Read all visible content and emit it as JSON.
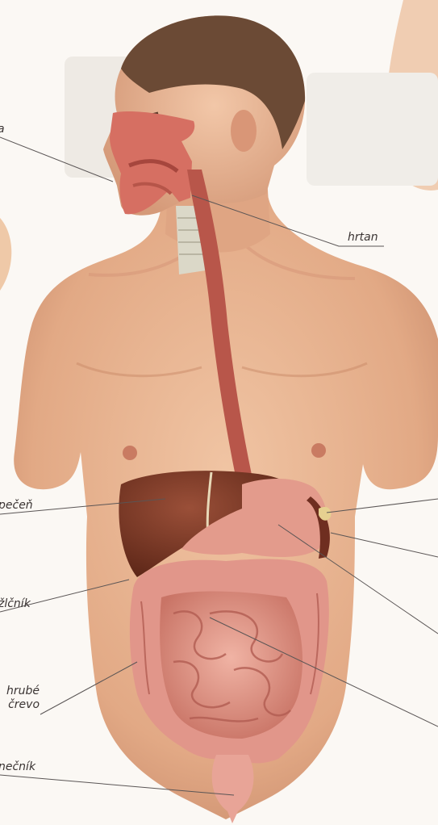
{
  "labels": {
    "top_partial": "a",
    "larynx": "hrtan",
    "liver": "pečeň",
    "gallbladder": "žlčník",
    "colon_line1": "hrubé",
    "colon_line2": "črevo",
    "rectum_partial": "nečník"
  },
  "colors": {
    "background": "#fbf8f4",
    "skin": "#e6b08f",
    "skin_shadow": "#c98a68",
    "hair": "#6b4a35",
    "liver": "#7b3a28",
    "intestine": "#e49a8c",
    "esophagus": "#b8564a",
    "label_line": "#5a5555"
  }
}
